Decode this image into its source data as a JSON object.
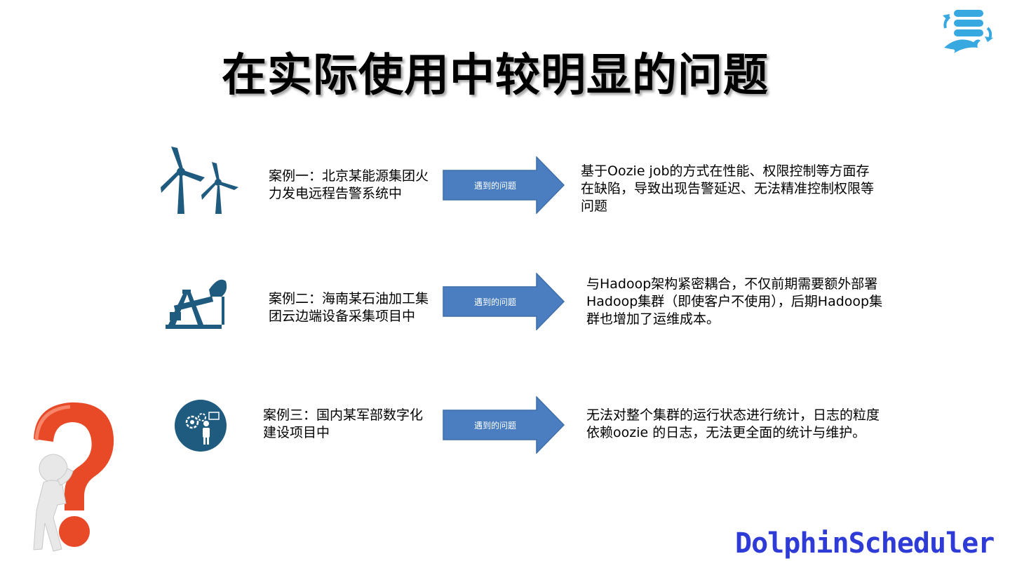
{
  "slide": {
    "title": "在实际使用中较明显的问题",
    "brand": "DolphinScheduler"
  },
  "colors": {
    "arrow_fill": "#4a7ec1",
    "icon_blue": "#1f5b7f",
    "question_mark": "#e84a27",
    "brand_text": "#2f3bd6",
    "logo_blue": "#38a8e0"
  },
  "cases": [
    {
      "icon": "wind-turbine-icon",
      "description": "案例一：北京某能源集团火力发电远程告警系统中",
      "arrow_label": "遇到的问题",
      "problem": "基于Oozie  job的方式在性能、权限控制等方面存在缺陷，导致出现告警延迟、无法精准控制权限等问题"
    },
    {
      "icon": "oil-pump-icon",
      "description": "案例二：海南某石油加工集团云边端设备采集项目中",
      "arrow_label": "遇到的问题",
      "problem": "与Hadoop架构紧密耦合，不仅前期需要额外部署Hadoop集群（即使客户不使用），后期Hadoop集群也增加了运维成本。"
    },
    {
      "icon": "digital-worker-icon",
      "description": "案例三：国内某军部数字化建设项目中",
      "arrow_label": "遇到的问题",
      "problem": "无法对整个集群的运行状态进行统计，日志的粒度依赖oozie 的日志，无法更全面的统计与维护。"
    }
  ]
}
